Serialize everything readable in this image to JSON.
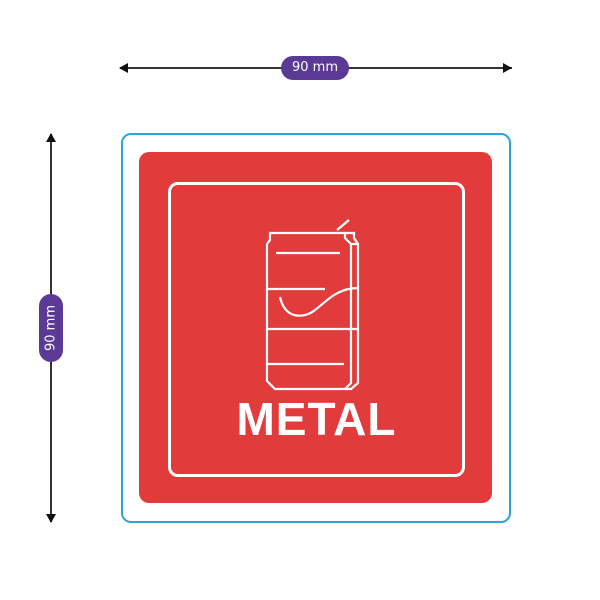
{
  "dimensions": {
    "width_label": "90 mm",
    "height_label": "90 mm"
  },
  "sticker": {
    "label": "METAL",
    "icon": "soda-can-icon",
    "colors": {
      "panel": "#e23b3b",
      "outline": "#2ea3d6",
      "dimension_pill": "#5b3a96",
      "text": "#ffffff"
    }
  }
}
